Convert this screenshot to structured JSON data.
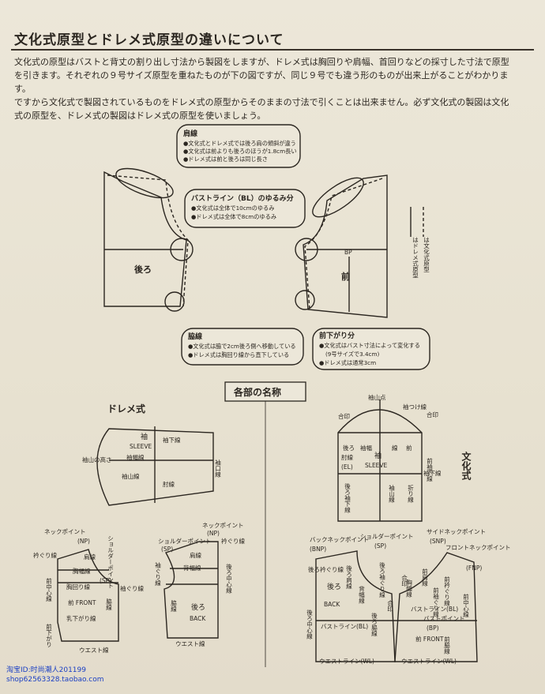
{
  "title": "文化式原型とドレメ式原型の違いについて",
  "intro": [
    "文化式の原型はバストと背丈の割り出し寸法から製図をしますが、ドレメ式は胸回りや肩幅、首回りなどの採寸した寸法で原型",
    "を引きます。それぞれの９号サイズ原型を重ねたものが下の図ですが、同じ９号でも違う形のものが出来上がることがわかります。",
    "ですから文化式で製図されているものをドレメ式の原型からそのままの寸法で引くことは出来ません。必ず文化式の製図は文化",
    "式の原型を、ドレメ式の製図はドレメ式の原型を使いましょう。"
  ],
  "comparison": {
    "shoulder": {
      "title": "肩線",
      "lines": [
        "●文化式とドレメ式では後ろ肩の傾斜が違う",
        "●文化式は前よりも後ろのほうが1.8cm長い",
        "●ドレメ式は前と後ろは同じ長さ"
      ]
    },
    "bust": {
      "title": "バストライン（BL）のゆるみ分",
      "lines": [
        "●文化式は全体で10cmのゆるみ",
        "●ドレメ式は全体で8cmのゆるみ"
      ]
    },
    "side": {
      "title": "脇線",
      "lines": [
        "●文化式は脇で2cm後ろ側へ移動している",
        "●ドレメ式は胸回り線から直下している"
      ]
    },
    "front_drop": {
      "title": "前下がり分",
      "lines": [
        "●文化式はバスト寸法によって変化する",
        "(9号サイズで3.4cm)",
        "●ドレメ式は通常3cm"
      ]
    },
    "back_label": "後ろ",
    "front_label": "前",
    "bp": "BP",
    "legend_solid": "は文化式原型",
    "legend_dash": "はドレメ式原型"
  },
  "names_heading": "各部の名称",
  "dreme": {
    "heading": "ドレメ式",
    "sleeve": [
      "袖",
      "SLEEVE",
      "袖幅線",
      "袖山線",
      "袖下線",
      "肘線",
      "袖口線",
      "袖山の高さ"
    ],
    "front": [
      "ネックポイント",
      "(NP)",
      "ショルダーポイント",
      "(SP)",
      "衿ぐり線",
      "肩線",
      "胸幅線",
      "胸回り線",
      "袖ぐり線",
      "前中心線",
      "前 FRONT",
      "脇線",
      "乳下がり線",
      "前下がり",
      "ウエスト線"
    ],
    "back": [
      "ネックポイント",
      "(NP)",
      "ショルダーポイント",
      "(SP)",
      "衿ぐり線",
      "肩線",
      "背幅線",
      "袖ぐり線",
      "後ろ中心線",
      "脇線",
      "後ろ",
      "BACK",
      "ウエスト線"
    ]
  },
  "bunka": {
    "heading": "文化式",
    "sleeve": [
      "袖山点",
      "袖つけ線",
      "合印",
      "後ろ",
      "袖幅",
      "線",
      "肘線",
      "(EL)",
      "後ろ袖下線",
      "袖",
      "SLEEVE",
      "袖山線",
      "前袖下線",
      "前",
      "袖下線",
      "折り線",
      "合印"
    ],
    "back": [
      "バックネックポイント",
      "(BNP)",
      "ショルダーポイント",
      "(SP)",
      "後ろ衿ぐり線",
      "後ろ肩線",
      "後ろ",
      "BACK",
      "背幅線",
      "後ろ中心線",
      "バストライン(BL)",
      "後ろ袖ぐり線",
      "合印",
      "後ろ脇線",
      "ウエストライン(WL)"
    ],
    "front": [
      "サイドネックポイント",
      "(SNP)",
      "フロントネックポイント",
      "(FNP)",
      "前肩線",
      "前衿ぐり線",
      "胸幅線",
      "前袖ぐり線",
      "合印",
      "前中心線",
      "バストライン(BL)",
      "バストポイント",
      "(BP)",
      "前 FRONT",
      "前脇線",
      "ウエストライン(WL)"
    ]
  },
  "footer": [
    "淘宝ID:时尚潮人201199",
    "shop62563328.taobao.com"
  ]
}
